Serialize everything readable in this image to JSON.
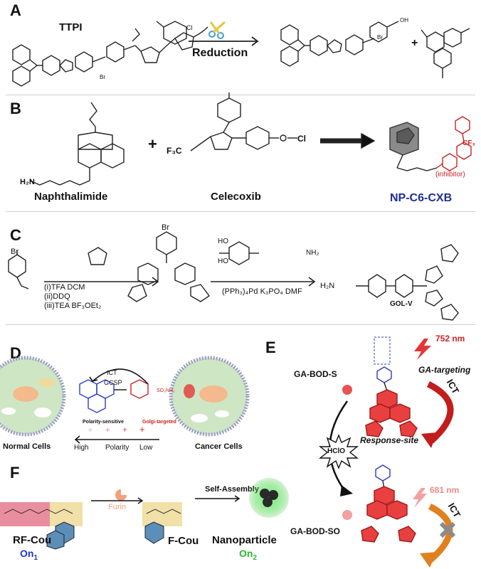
{
  "panelA": {
    "letter": "A",
    "compound": "TTPI",
    "counterion": "Br",
    "reaction": "Reduction",
    "plus": "+",
    "product_counterion": "Br",
    "substituent": "Cl",
    "oh": "OH"
  },
  "panelB": {
    "letter": "B",
    "reactant1": "Naphthalimide",
    "reactant2": "Celecoxib",
    "product": "NP-C6-CXB",
    "plus": "+",
    "inhibitor": "(inhibitor)",
    "f3c": "F₃C",
    "cf3": "CF₃",
    "h2n": "H₂N",
    "cl": "Cl",
    "product_color": "#1f2f8f",
    "inhibitor_color": "#cc2222"
  },
  "panelC": {
    "letter": "C",
    "br": "Br",
    "cond1": [
      "(i)TFA DCM",
      "(ii)DDQ",
      "(iii)TEA BF₃OEt₂"
    ],
    "cond2": "(PPh₃)₄Pd K₃PO₄ DMF",
    "product": "GOL-V",
    "h2n": "H₂N",
    "boronic": [
      "HO",
      "HO"
    ],
    "nh2": "NH₂"
  },
  "panelD": {
    "letter": "D",
    "ict": "ICT",
    "gcsp": "GCSP",
    "polarity_sensitive": "Polarity-sensitive",
    "golgi_targeted": "Golgi-targeted",
    "normal": "Normal Cells",
    "cancer": "Cancer Cells",
    "high": "High",
    "polarity": "Polarity",
    "low": "Low"
  },
  "panelE": {
    "letter": "E",
    "nm752": "752 nm",
    "nm681": "681 nm",
    "ga_targeting": "GA-targeting",
    "response": "Response-site",
    "probe1": "GA-BOD-S",
    "probe2": "GA-BOD-SO",
    "hclo": "HClO",
    "ict": "ICT",
    "accent": "#cc2222"
  },
  "panelF": {
    "letter": "F",
    "furin": "Furin",
    "self_assembly": "Self-Assembly",
    "rf": "RF-Cou",
    "fcou": "F-Cou",
    "nanoparticle": "Nanoparticle",
    "on1": "On",
    "on1_sub": "1",
    "on2": "On",
    "on2_sub": "2",
    "on1_color": "#1d35d6",
    "on2_color": "#2db92d",
    "furin_color": "#f2a07a"
  }
}
